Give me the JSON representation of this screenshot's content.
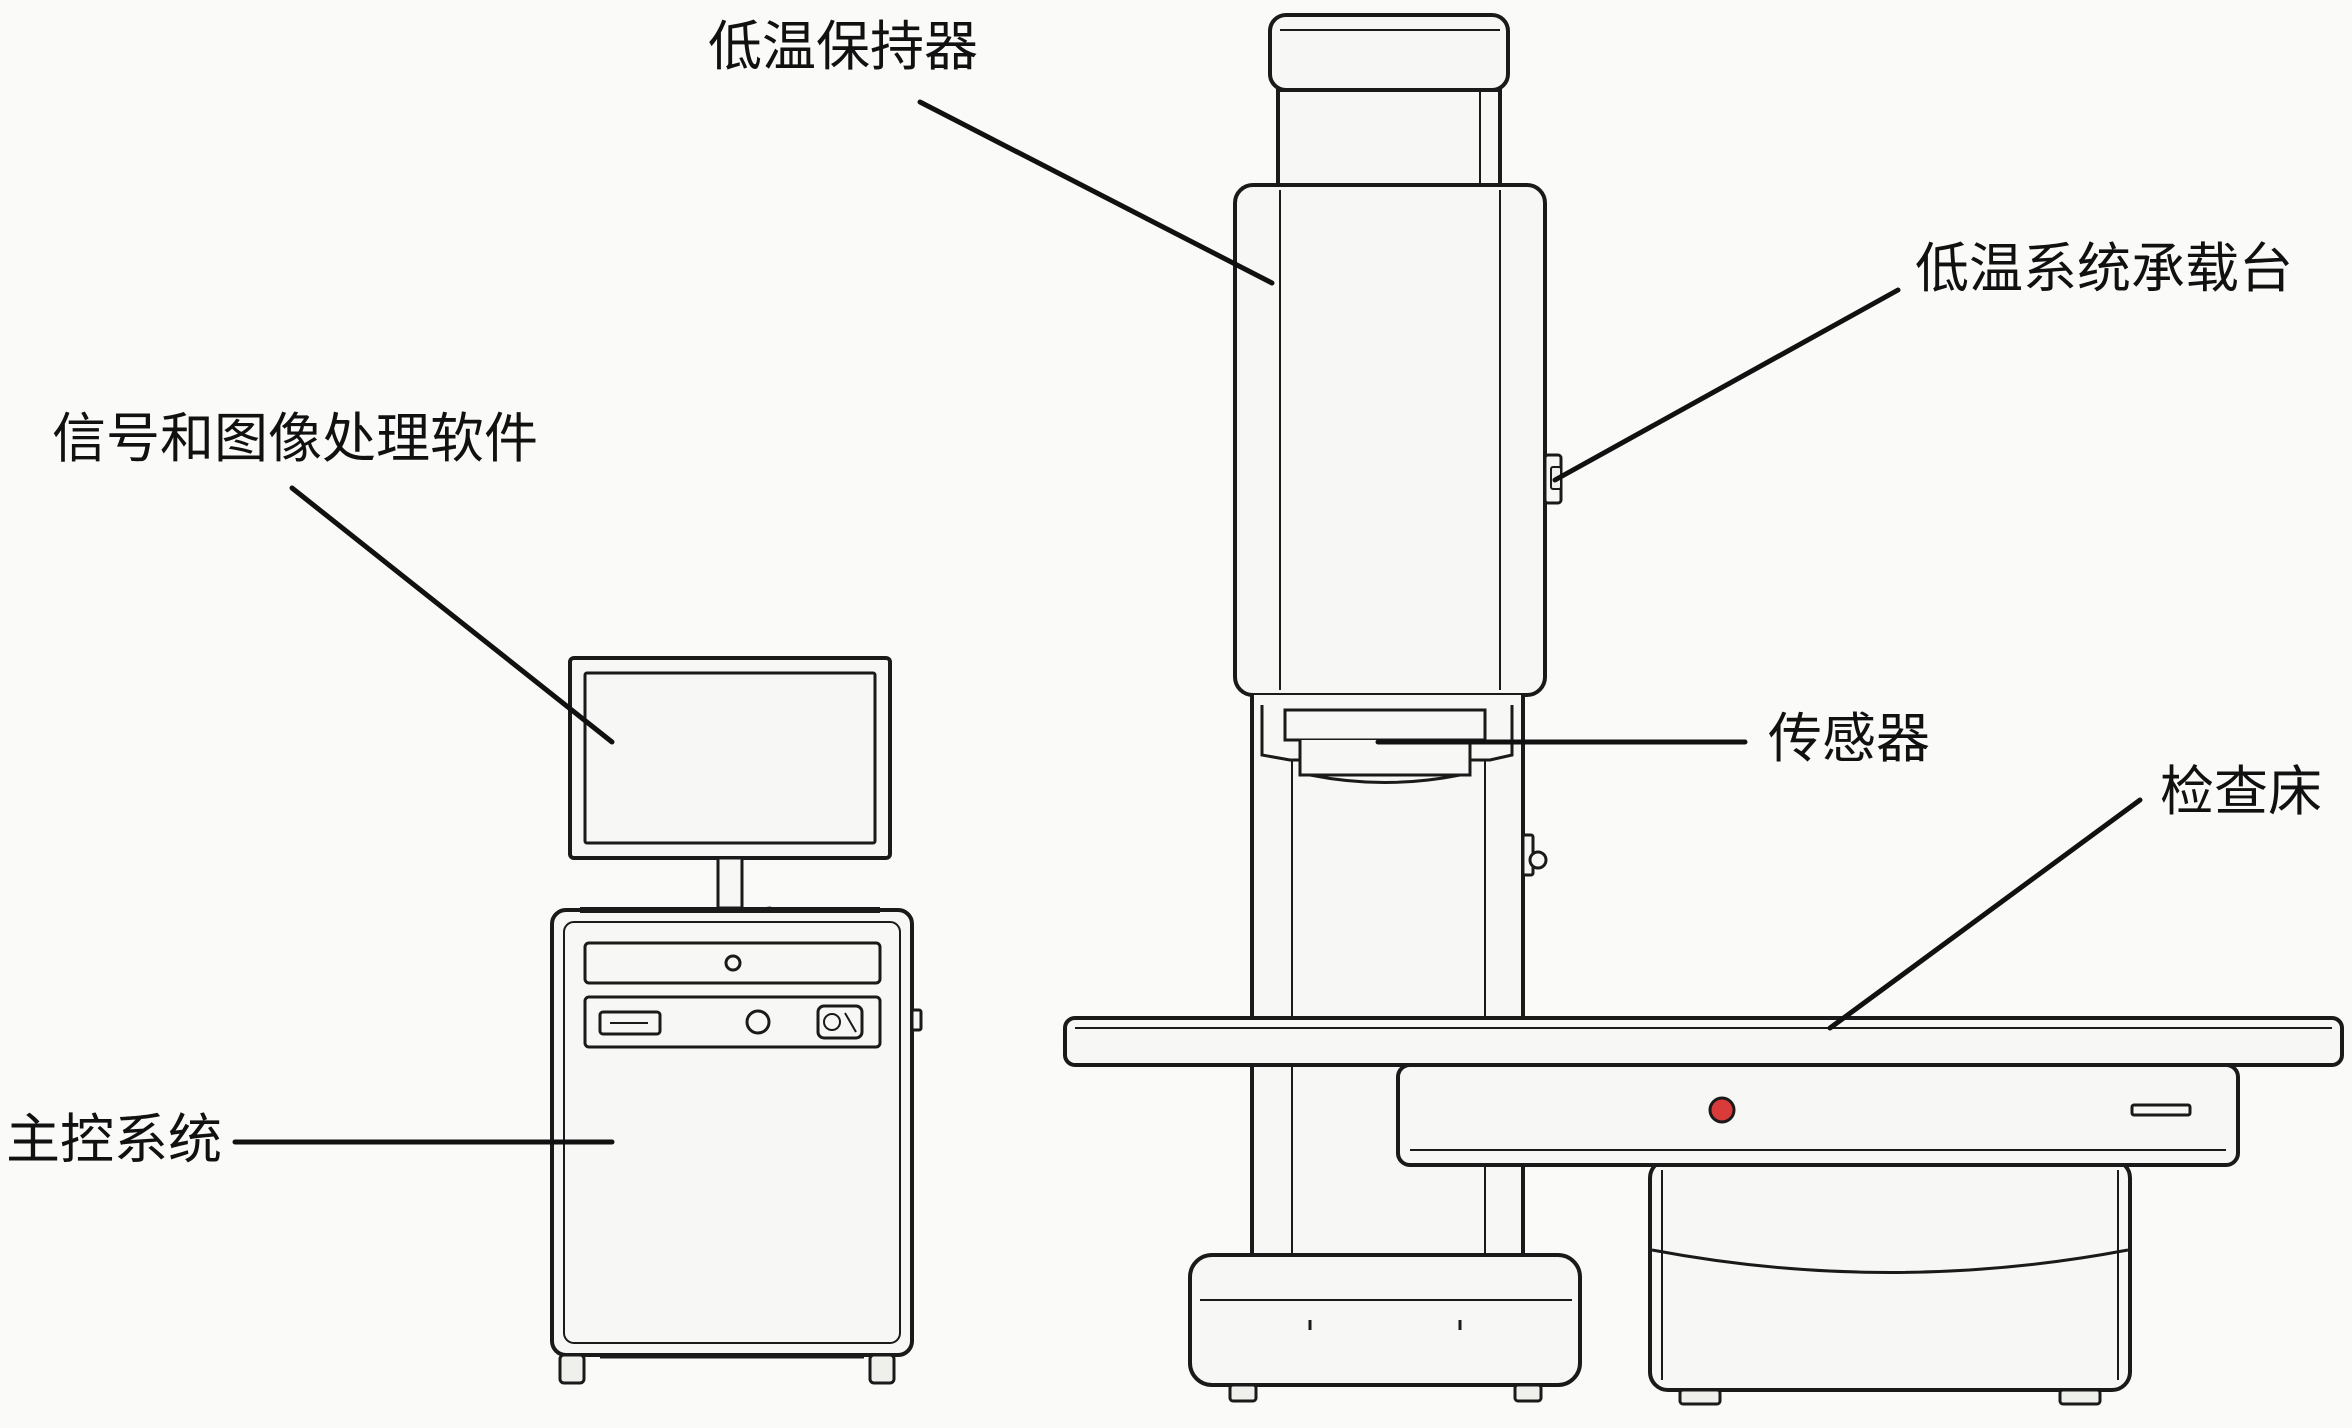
{
  "labels": {
    "cryo_holder": "低温保持器",
    "cryo_stage": "低温系统承载台",
    "software": "信号和图像处理软件",
    "sensor": "传感器",
    "exam_bed": "检查床",
    "main_control": "主控系统"
  },
  "colors": {
    "line": "#1a1a1a",
    "body": "#f7f7f5",
    "shade": "#efefec",
    "indicator": "#d93a3a",
    "background": "#fafaf8"
  }
}
